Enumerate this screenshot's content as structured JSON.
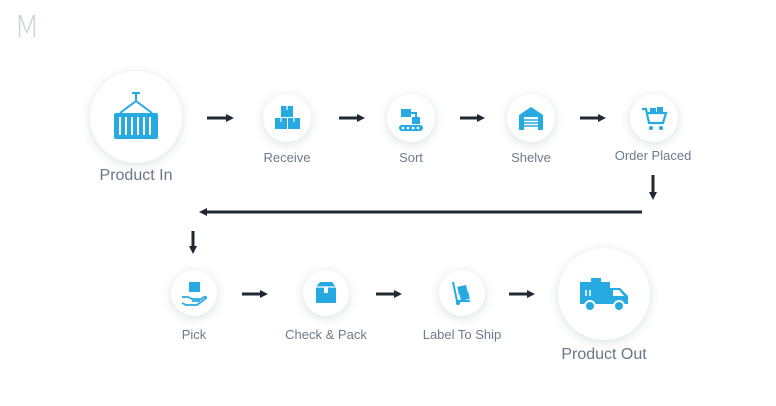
{
  "logo": "M",
  "steps": {
    "product_in": "Product In",
    "receive": "Receive",
    "sort": "Sort",
    "shelve": "Shelve",
    "order_placed": "Order Placed",
    "pick": "Pick",
    "check_pack": "Check & Pack",
    "label_to_ship": "Label To Ship",
    "product_out": "Product Out"
  },
  "colors": {
    "accent": "#27a9e1",
    "arrow": "#1f2833",
    "label": "#6d7a8c"
  }
}
